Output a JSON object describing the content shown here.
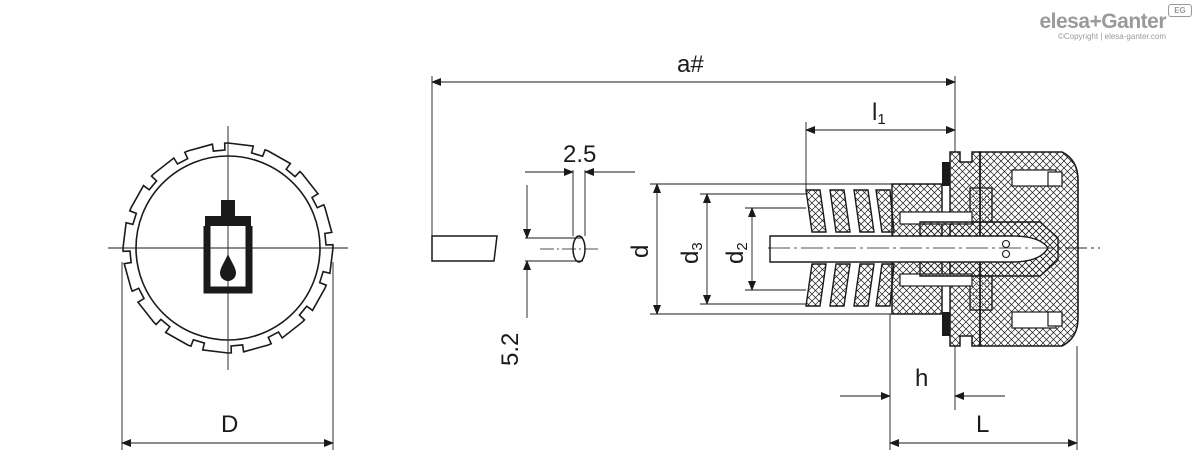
{
  "brand": {
    "name": "elesa+Ganter",
    "copyright": "©Copyright | elesa-ganter.com",
    "badge": "EG"
  },
  "dimensions": {
    "D": "D",
    "a_hash": "a#",
    "l1_base": "l",
    "l1_sub": "1",
    "dim_2_5": "2.5",
    "dim_5_2": "5.2",
    "d": "d",
    "d3_base": "d",
    "d3_sub": "3",
    "d2_base": "d",
    "d2_sub": "2",
    "h": "h",
    "L": "L"
  },
  "colors": {
    "line": "#1a1a1a",
    "brand": "#9a9a9a"
  }
}
